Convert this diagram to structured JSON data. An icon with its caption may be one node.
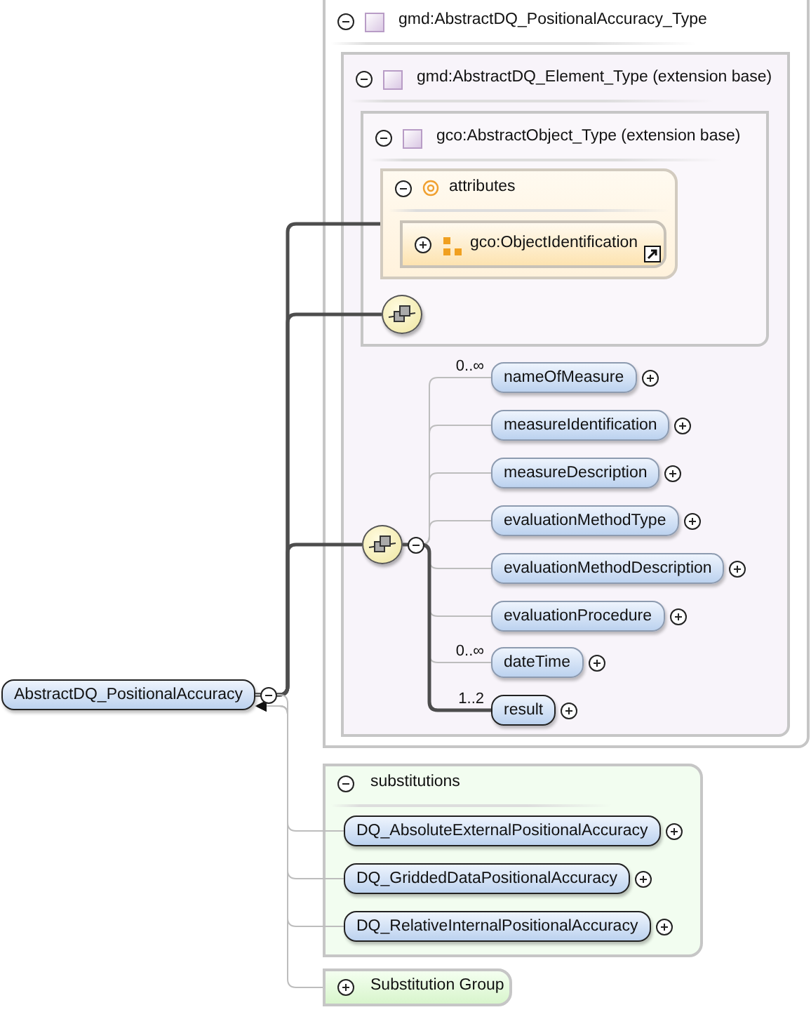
{
  "diagram": {
    "nodes": [
      {
        "text": [
          "AbstractDQ_PositionalAccuracy"
        ]
      },
      {
        "text": [
          "gmd:AbstractDQ_PositionalAccuracy_Type"
        ]
      },
      {
        "text": [
          "gmd:AbstractDQ_Element_Type (extension base)"
        ],
        "in": 1
      },
      {
        "text": [
          "gco:AbstractObject_Type (extension base)"
        ],
        "in": 2
      },
      {
        "text": [
          "attributes"
        ],
        "in": 3
      },
      {
        "text": [
          "gco:ObjectIdentification"
        ],
        "in": 4
      },
      {
        "text": [],
        "shape": "circle",
        "in": 3
      },
      {
        "text": [],
        "shape": "circle",
        "in": 2
      },
      {
        "text": [
          "nameOfMeasure"
        ],
        "in": 2
      },
      {
        "text": [
          "measureIdentification"
        ],
        "in": 2
      },
      {
        "text": [
          "measureDescription"
        ],
        "in": 2
      },
      {
        "text": [
          "evaluationMethodType"
        ],
        "in": 2
      },
      {
        "text": [
          "evaluationMethodDescription"
        ],
        "in": 2
      },
      {
        "text": [
          "evaluationProcedure"
        ],
        "in": 2
      },
      {
        "text": [
          "dateTime"
        ],
        "in": 2
      },
      {
        "text": [
          "result"
        ],
        "in": 2
      },
      {
        "text": [
          "substitutions"
        ]
      },
      {
        "text": [
          "DQ_AbsoluteExternalPositionalAccuracy"
        ],
        "in": 16
      },
      {
        "text": [
          "DQ_GriddedDataPositionalAccuracy"
        ],
        "in": 16
      },
      {
        "text": [
          "DQ_RelativeInternalPositionalAccuracy"
        ],
        "in": 16
      },
      {
        "text": [
          "Substitution Group"
        ]
      }
    ],
    "edges": [
      {
        "from": 0,
        "to": 4,
        "arrow": "none",
        "style": "thick",
        "color": "#4d4d4d"
      },
      {
        "from": 0,
        "to": 6,
        "arrow": "none",
        "style": "thick",
        "color": "#4d4d4d"
      },
      {
        "from": 0,
        "to": 7,
        "arrow": "none",
        "style": "thick",
        "color": "#4d4d4d"
      },
      {
        "from": 7,
        "to": 8,
        "arrow": "none",
        "label": "0..∞"
      },
      {
        "from": 7,
        "to": 9,
        "arrow": "none"
      },
      {
        "from": 7,
        "to": 10,
        "arrow": "none"
      },
      {
        "from": 7,
        "to": 11,
        "arrow": "none"
      },
      {
        "from": 7,
        "to": 12,
        "arrow": "none"
      },
      {
        "from": 7,
        "to": 13,
        "arrow": "none"
      },
      {
        "from": 7,
        "to": 14,
        "arrow": "none",
        "label": "0..∞"
      },
      {
        "from": 7,
        "to": 15,
        "arrow": "none",
        "label": "1..2",
        "style": "thick",
        "color": "#4d4d4d"
      },
      {
        "from": 17,
        "to": 0,
        "arrow": "to"
      },
      {
        "from": 18,
        "to": 0,
        "arrow": "to"
      },
      {
        "from": 19,
        "to": 0,
        "arrow": "to"
      },
      {
        "from": 0,
        "to": 20,
        "arrow": "none"
      }
    ]
  }
}
